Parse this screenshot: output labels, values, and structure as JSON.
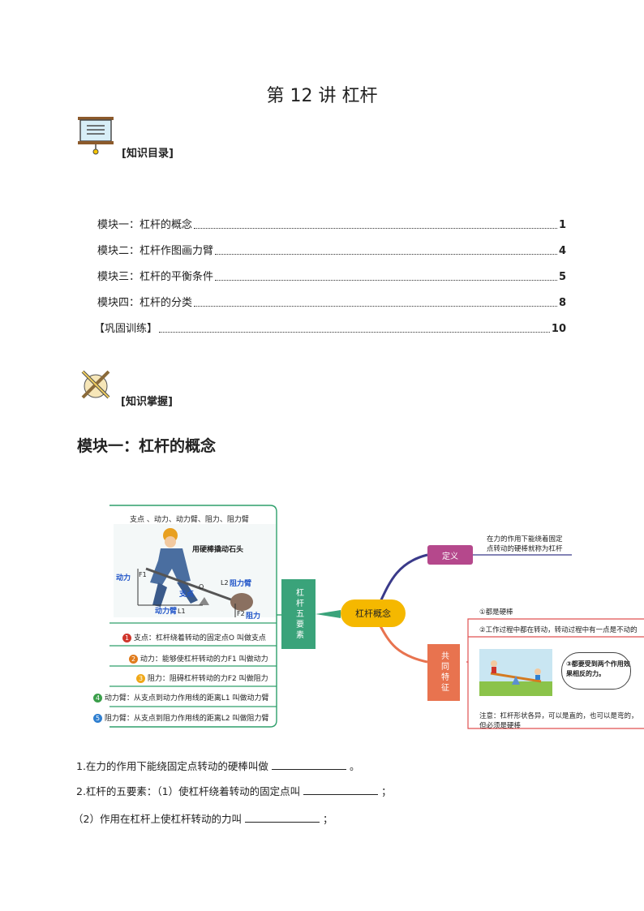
{
  "page_title": "第 12 讲  杠杆",
  "section1_label": "[知识目录]",
  "toc": [
    {
      "label": "模块一：杠杆的概念",
      "page": "1"
    },
    {
      "label": "模块二：杠杆作图画力臂",
      "page": "4"
    },
    {
      "label": "模块三：杠杆的平衡条件",
      "page": "5"
    },
    {
      "label": "模块四：杠杆的分类",
      "page": "8"
    },
    {
      "label": "【巩固训练】",
      "page": "10"
    }
  ],
  "section2_label": "[知识掌握]",
  "module_title": "模块一：杠杆的概念",
  "mindmap": {
    "center": "杠杆概念",
    "left_box": "杠杆五要素",
    "top_caption": "支点 、动力、动力臂、阻力、阻力臂",
    "illustration_caption": "用硬棒撬动石头",
    "fig_labels": {
      "dongli": "动力",
      "F1": "F1",
      "zhidian": "支点",
      "O": "O",
      "dongbi": "动力臂",
      "L1": "L1",
      "L2": "L2",
      "zubi": "阻力臂",
      "F2": "F2",
      "zuli": "阻力"
    },
    "items": [
      {
        "num": "1",
        "color": "#d0352b",
        "text": "支点：杠杆绕着转动的固定点O 叫做支点"
      },
      {
        "num": "2",
        "color": "#e07b1c",
        "text": "动力：能够使杠杆转动的力F1 叫做动力"
      },
      {
        "num": "3",
        "color": "#f0a818",
        "text": "阻力：阻碍杠杆转动的力F2 叫做阻力"
      },
      {
        "num": "4",
        "color": "#3a9e4a",
        "text": "动力臂：从支点到动力作用线的距离L1 叫做动力臂"
      },
      {
        "num": "5",
        "color": "#2f7fd0",
        "text": "阻力臂：从支点到阻力作用线的距离L2 叫做阻力臂"
      }
    ],
    "def_box": "定义",
    "def_text": [
      "在力的作用下能绕着固定",
      "点转动的硬棒就称为杠杆"
    ],
    "common_box": "共同特征",
    "common_items": [
      "①都是硬棒",
      "②工作过程中都在转动，转动过程中有一点是不动的"
    ],
    "cloud_text": [
      "③都要受到两个作用效",
      "果相反的力。"
    ],
    "note_text": [
      "注意：杠杆形状各异，可以是直的，也可以是弯的，",
      "但必须是硬棒"
    ]
  },
  "questions": [
    {
      "before": "1.在力的作用下能绕固定点转动的硬棒叫做",
      "after": "。"
    },
    {
      "before": "2.杠杆的五要素：（1）使杠杆绕着转动的固定点叫",
      "after": "；"
    },
    {
      "before": "（2）作用在杠杆上使杠杆转动的力叫",
      "after": "；"
    }
  ],
  "colors": {
    "teal": "#3aa37a",
    "green": "#2e9f6b",
    "purple": "#9b3f7a",
    "coral": "#e8734f",
    "orange": "#f5b800",
    "red": "#e05050"
  }
}
